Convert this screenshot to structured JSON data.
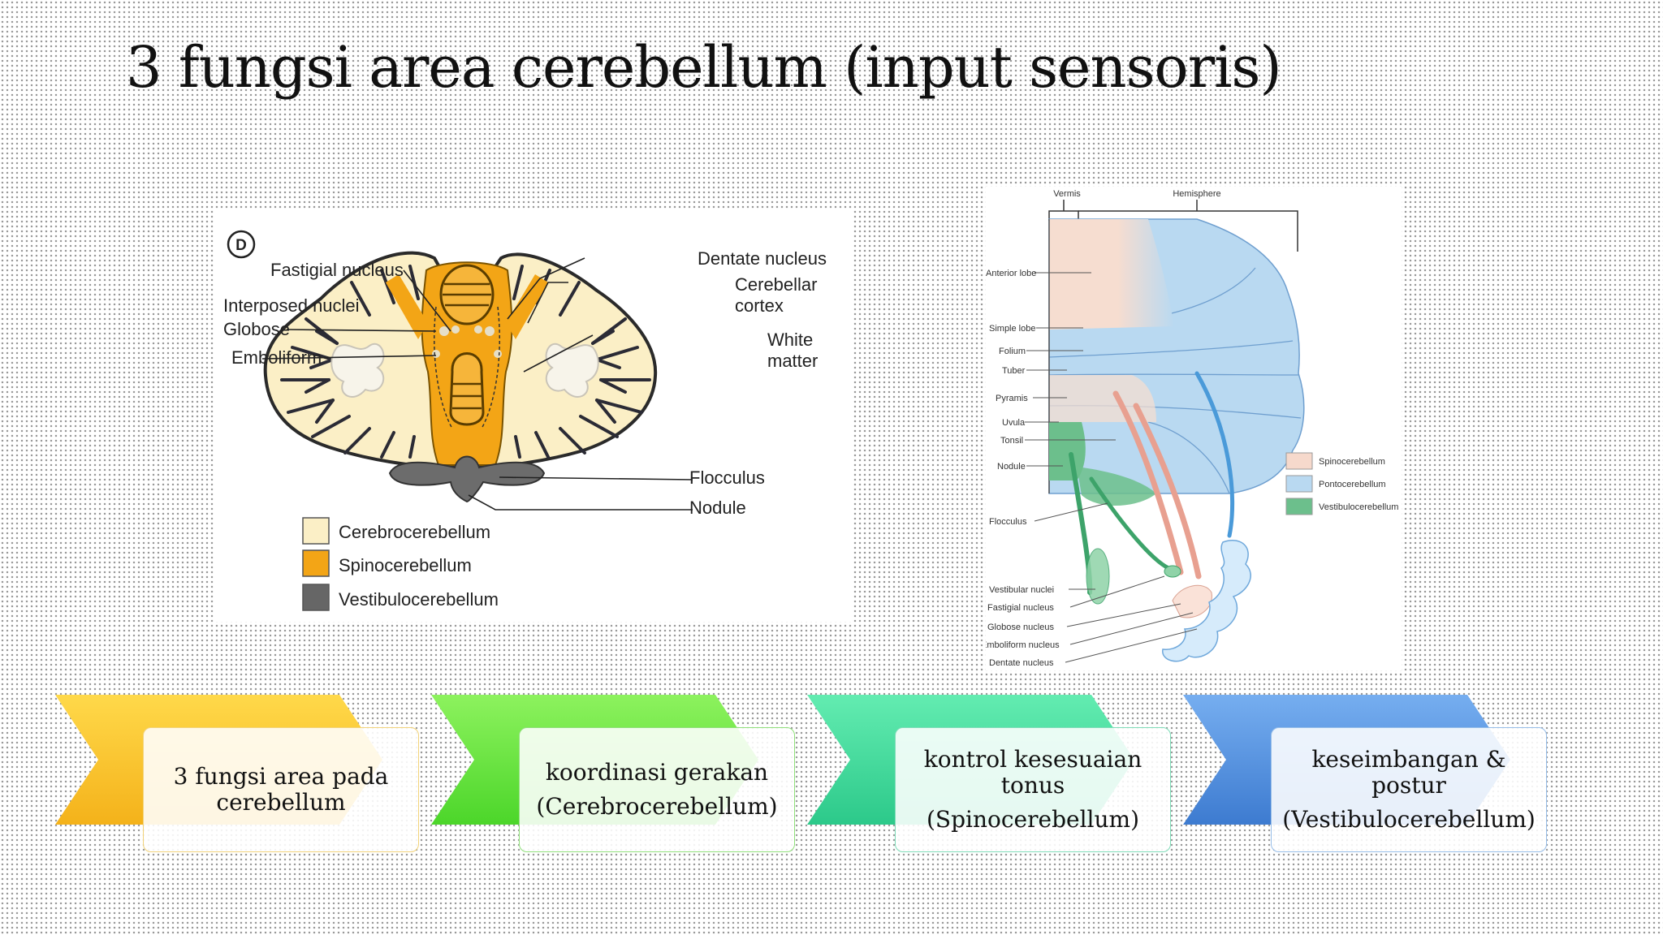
{
  "title": "3 fungsi area cerebellum (input sensoris)",
  "figure_left": {
    "panel_letter": "D",
    "labels": {
      "fastigial": "Fastigial nucleus",
      "interposed": "Interposed nuclei",
      "globose": "Globose",
      "emboliform": "Emboliform",
      "dentate": "Dentate nucleus",
      "cortex_1": "Cerebellar",
      "cortex_2": "cortex",
      "white_1": "White",
      "white_2": "matter",
      "flocculus": "Flocculus",
      "nodule": "Nodule"
    },
    "legend": [
      {
        "label": "Cerebrocerebellum",
        "color": "#fbefc6"
      },
      {
        "label": "Spinocerebellum",
        "color": "#f3a516"
      },
      {
        "label": "Vestibulocerebellum",
        "color": "#666666"
      }
    ]
  },
  "figure_right": {
    "top": {
      "vermis": "Vermis",
      "hemisphere": "Hemisphere"
    },
    "left_labels": {
      "anterior": "Anterior lobe",
      "simple": "Simple lobe",
      "folium": "Folium",
      "tuber": "Tuber",
      "pyramis": "Pyramis",
      "uvula": "Uvula",
      "tonsil": "Tonsil",
      "nodule": "Nodule",
      "flocculus": "Flocculus",
      "vestibular": "Vestibular nuclei",
      "fastigial": "Fastigial nucleus",
      "globose": "Globose nucleus",
      "emboliform": "Emboliform nucleus",
      "dentate": "Dentate nucleus"
    },
    "legend": [
      {
        "label": "Spinocerebellum",
        "color": "#f6d9cc"
      },
      {
        "label": "Pontocerebellum",
        "color": "#b9d9f1"
      },
      {
        "label": "Vestibulocerebellum",
        "color": "#6cbf8c"
      }
    ]
  },
  "steps": [
    {
      "line1": "3 fungsi area pada cerebellum",
      "line2": "",
      "color_top": "#ffd94a",
      "color_bottom": "#f4b21a",
      "border": "#f2d37a"
    },
    {
      "line1": "koordinasi gerakan",
      "line2": "(Cerebrocerebellum)",
      "color_top": "#8df25e",
      "color_bottom": "#4cd62a",
      "border": "#8fe07a"
    },
    {
      "line1": "kontrol kesesuaian tonus",
      "line2": "(Spinocerebellum)",
      "color_top": "#63ecb1",
      "color_bottom": "#2cc98a",
      "border": "#7edcb8"
    },
    {
      "line1": "keseimbangan & postur",
      "line2": "(Vestibulocerebellum)",
      "color_top": "#76aef0",
      "color_bottom": "#3d7bd0",
      "border": "#96bde8"
    }
  ]
}
